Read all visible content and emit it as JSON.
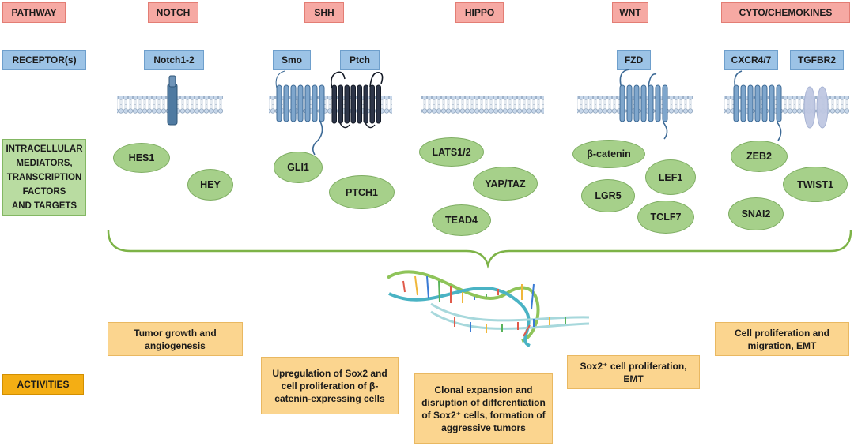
{
  "labels": {
    "pathway": "PATHWAY",
    "receptors": "RECEPTOR(s)",
    "mediators": "INTRACELLULAR\nMEDIATORS,\nTRANSCRIPTION\nFACTORS\nAND TARGETS",
    "activities": "ACTIVITIES"
  },
  "pathways": [
    "NOTCH",
    "SHH",
    "HIPPO",
    "WNT",
    "CYTO/CHEMOKINES"
  ],
  "receptors": [
    "Notch1-2",
    "Smo",
    "Ptch",
    "FZD",
    "CXCR4/7",
    "TGFBR2"
  ],
  "mediators": [
    "HES1",
    "HEY",
    "GLI1",
    "PTCH1",
    "LATS1/2",
    "YAP/TAZ",
    "TEAD4",
    "β-catenin",
    "LEF1",
    "LGR5",
    "TCLF7",
    "ZEB2",
    "TWIST1",
    "SNAI2"
  ],
  "activities": [
    "Tumor growth and angiogenesis",
    "Upregulation of Sox2 and cell proliferation of β-catenin-expressing cells",
    "Clonal expansion and disruption of differentiation of Sox2⁺ cells, formation of aggressive tumors",
    "Sox2⁺ cell proliferation, EMT",
    "Cell proliferation and migration, EMT"
  ],
  "colors": {
    "pathway_fill": "#f6a9a3",
    "receptor_fill": "#9cc3e6",
    "mediator_fill": "#a6d08a",
    "activity_fill": "#fbd58f",
    "activities_label_fill": "#f4ae14",
    "brace": "#7db347"
  },
  "icons": {
    "membrane": "phospholipid-bilayer-icon",
    "receptor": "transmembrane-receptor-icon",
    "dna": "dna-double-helix-icon"
  }
}
